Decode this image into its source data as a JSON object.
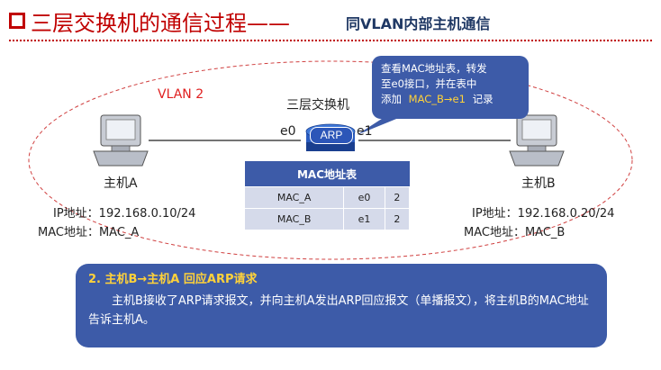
{
  "title": {
    "main": "三层交换机的通信过程——",
    "sub": "同VLAN内部主机通信"
  },
  "diagram": {
    "vlan_label": "VLAN 2",
    "switch_name": "三层交换机",
    "switch_badge": "ARP",
    "port_left": "e0",
    "port_right": "e1",
    "host_a": {
      "name": "主机A",
      "ip": "IP地址：192.168.0.10/24",
      "mac": "MAC地址：MAC_A"
    },
    "host_b": {
      "name": "主机B",
      "ip": "IP地址：192.168.0.20/24",
      "mac": "MAC地址：MAC_B"
    },
    "callout": {
      "line1": "查看MAC地址表，转发",
      "line2": "至e0接口，并在表中",
      "line3_prefix": "添加",
      "line3_highlight": "MAC_B→e1",
      "line3_suffix": "记录"
    },
    "mac_table": {
      "header": "MAC地址表",
      "rows": [
        [
          "MAC_A",
          "e0",
          "2"
        ],
        [
          "MAC_B",
          "e1",
          "2"
        ]
      ]
    }
  },
  "info": {
    "title": "2.  主机B→主机A 回应ARP请求",
    "body": "主机B接收了ARP请求报文，并向主机A发出ARP回应报文（单播报文），将主机B的MAC地址告诉主机A。"
  },
  "colors": {
    "accent_red": "#c00000",
    "box_blue": "#3d5ba8",
    "highlight_yellow": "#ffd23a",
    "table_cell": "#d5daea"
  }
}
